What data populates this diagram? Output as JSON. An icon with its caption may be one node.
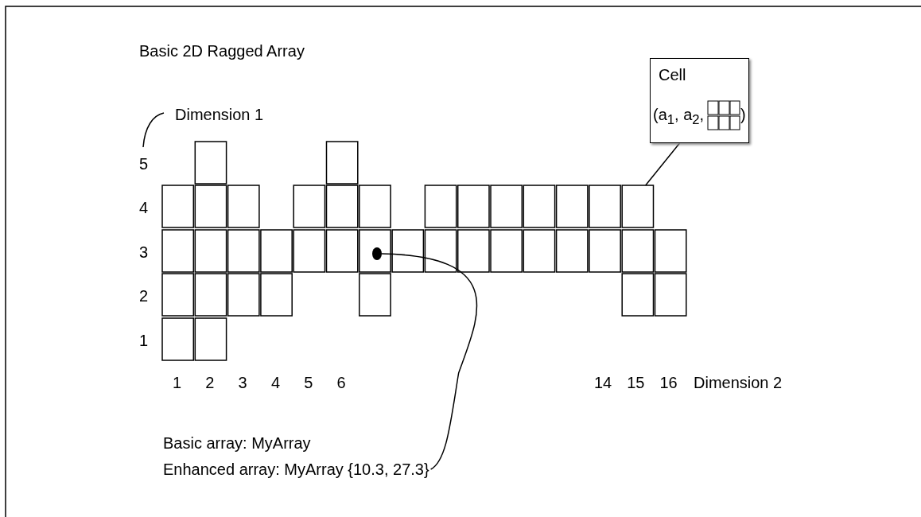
{
  "diagram": {
    "title": "Basic 2D Ragged Array",
    "nodes": [
      {
        "text": [
          "Cell",
          "(a$_{1}$, a$_{2}$,",
          ")"
        ]
      },
      {
        "text": [],
        "shape": "box"
      },
      {
        "text": [],
        "shape": "circle"
      },
      {
        "text": [
          "Enhanced array: MyArray {10.3, 27.3}"
        ]
      }
    ],
    "edges": [
      {
        "from": 0,
        "to": 1,
        "arrow": "none"
      },
      {
        "from": 2,
        "to": 3,
        "arrow": "none"
      }
    ],
    "labels": [
      "Dimension 1",
      "5",
      "4",
      "3",
      "2",
      "1",
      "1",
      "2",
      "3",
      "4",
      "5",
      "6",
      "14",
      "15",
      "16",
      "Dimension 2",
      "Basic array: MyArray"
    ]
  }
}
